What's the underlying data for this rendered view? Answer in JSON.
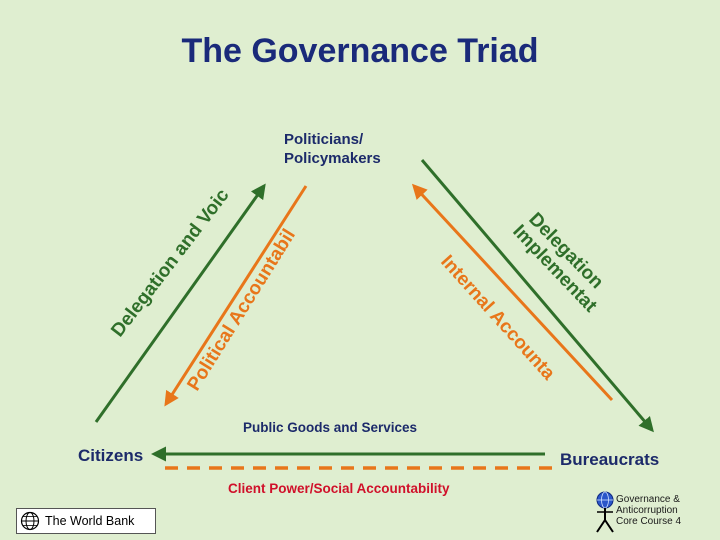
{
  "title": "The Governance Triad",
  "nodes": {
    "politicians_line1": "Politicians/",
    "politicians_line2": "Policymakers",
    "citizens": "Citizens",
    "bureaucrats": "Bureaucrats"
  },
  "edges": {
    "delegation_voice": "Delegation and Voice",
    "political_accountability": "Political Accountability",
    "delegation_implementation_line1": "Delegation of",
    "delegation_implementation_line2": "Implementation",
    "internal_accountability": "Internal Accountability",
    "public_goods": "Public Goods and Services",
    "client_power": "Client Power/Social Accountability"
  },
  "footer": {
    "world_bank": "The World Bank",
    "course_line1": "Governance &",
    "course_line2": "Anticorruption",
    "course_line3": "Core Course  4"
  },
  "colors": {
    "background": "#dfeed0",
    "title": "#1a2a7a",
    "green_arrow": "#2f6f2a",
    "orange_arrow": "#e8761a",
    "dashed_line": "#e8761a",
    "client_power_text": "#d0102a"
  },
  "icons": [
    "globe-icon",
    "course-figure-icon"
  ]
}
